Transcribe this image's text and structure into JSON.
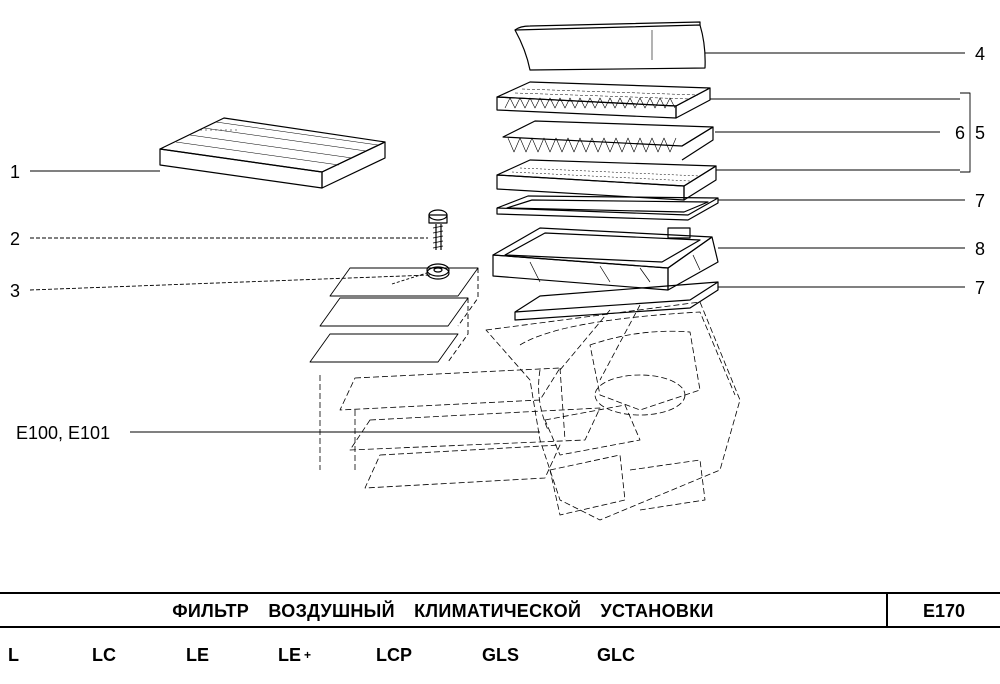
{
  "callouts": {
    "c1": "1",
    "c2": "2",
    "c3": "3",
    "c4": "4",
    "c5": "5",
    "c6": "6",
    "c7a": "7",
    "c7b": "7",
    "c8": "8",
    "e100": "E100, E101"
  },
  "footer": {
    "title": "ФИЛЬТР ВОЗДУШНЫЙ КЛИМАТИЧЕСКОЙ УСТАНОВКИ",
    "code": "E170"
  },
  "variants": [
    {
      "label": "L",
      "suffix": ""
    },
    {
      "label": "LC",
      "suffix": ""
    },
    {
      "label": "LE",
      "suffix": ""
    },
    {
      "label": "LE",
      "suffix": "+"
    },
    {
      "label": "LCP",
      "suffix": ""
    },
    {
      "label": "GLS",
      "suffix": ""
    },
    {
      "label": "GLC",
      "suffix": ""
    }
  ]
}
